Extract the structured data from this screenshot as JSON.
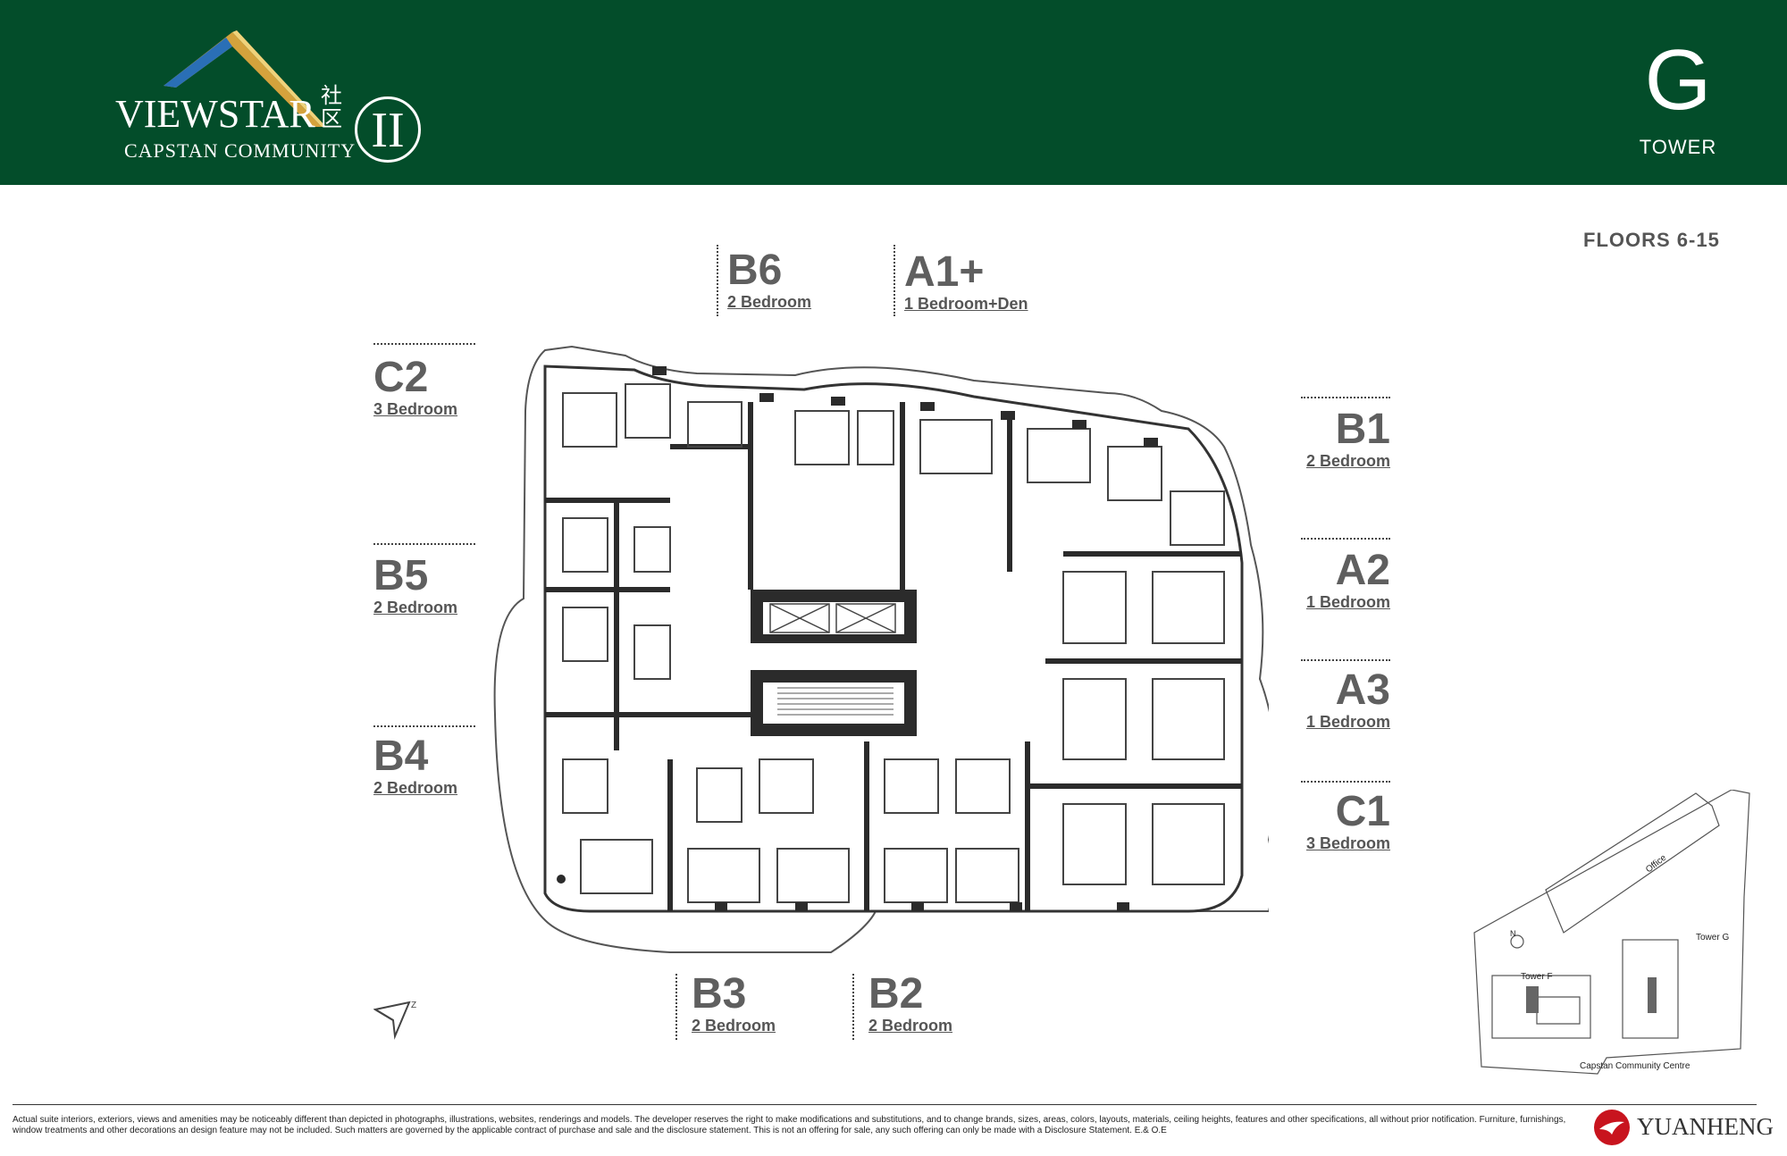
{
  "header": {
    "brand_name": "VIEWSTAR",
    "brand_sub": "CAPSTAN COMMUNITY",
    "brand_chinese": "社区",
    "brand_numeral": "II",
    "tower_letter": "G",
    "tower_label": "TOWER",
    "background_color": "#034d2a"
  },
  "floors_label": "FLOORS  6-15",
  "units": {
    "B6": {
      "code": "B6",
      "type": "2 Bedroom"
    },
    "A1P": {
      "code": "A1+",
      "type": "1 Bedroom+Den"
    },
    "C2": {
      "code": "C2",
      "type": "3 Bedroom"
    },
    "B5": {
      "code": "B5",
      "type": "2 Bedroom"
    },
    "B4": {
      "code": "B4",
      "type": "2 Bedroom"
    },
    "B3": {
      "code": "B3",
      "type": "2 Bedroom"
    },
    "B2": {
      "code": "B2",
      "type": "2 Bedroom"
    },
    "B1": {
      "code": "B1",
      "type": "2 Bedroom"
    },
    "A2": {
      "code": "A2",
      "type": "1 Bedroom"
    },
    "A3": {
      "code": "A3",
      "type": "1 Bedroom"
    },
    "C1": {
      "code": "C1",
      "type": "3 Bedroom"
    }
  },
  "keymap": {
    "office": "Office",
    "tower_g": "Tower G",
    "tower_f": "Tower F",
    "community_centre": "Capstan Community Centre",
    "north": "N"
  },
  "disclaimer": "Actual suite interiors, exteriors, views and amenities may be noticeably different than depicted in photographs, illustrations, websites, renderings and models. The developer reserves the right to make modifications and substitutions, and to change brands, sizes, areas, colors, layouts, materials, ceiling heights, features and other specifications, all without prior notification. Furniture, furnishings, window treatments and other decorations an design feature may not be included. Such matters are governed by the applicable contract of purchase and sale and the disclosure statement. This is not an offering for sale, any such offering can only be made with a Disclosure Statement. E.& O.E",
  "developer": "YUANHENG"
}
